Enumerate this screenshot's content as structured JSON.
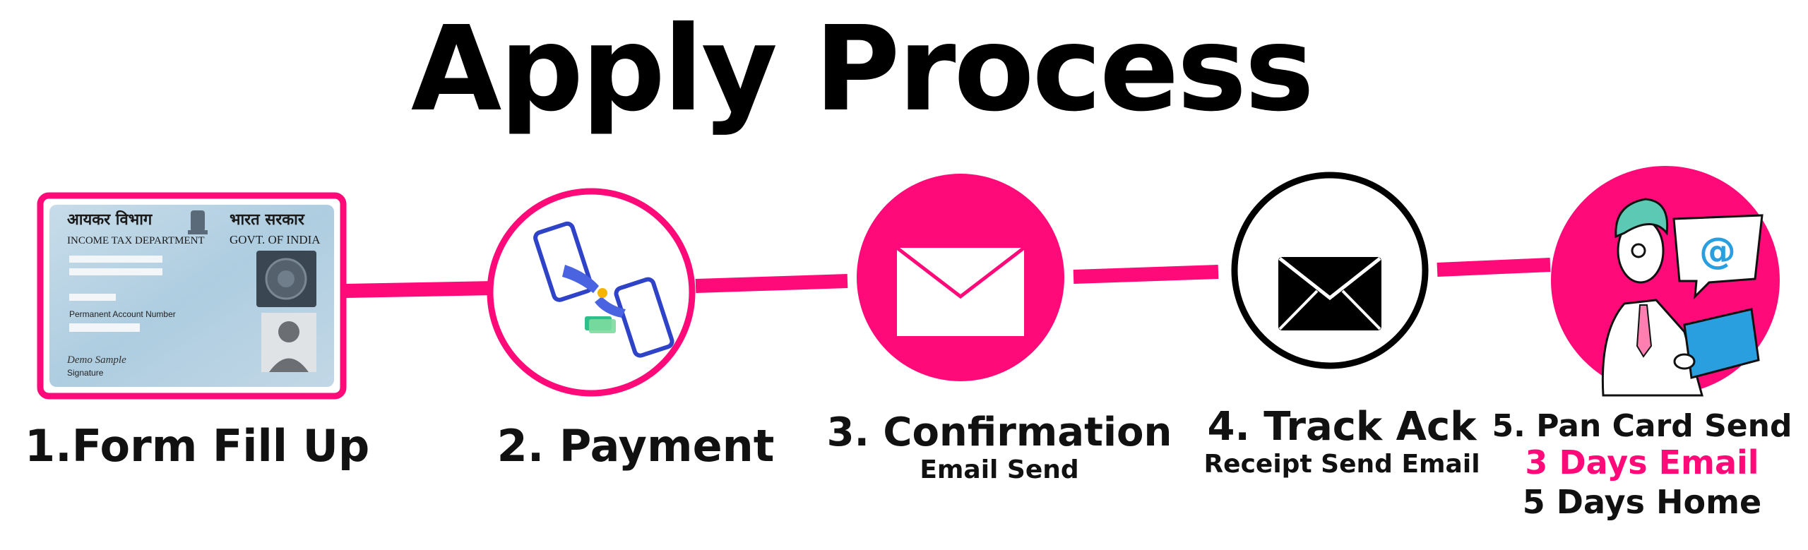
{
  "title": "Apply Process",
  "colors": {
    "accent": "#ff0a78",
    "dark": "#000000",
    "card": "#b8d4e6"
  },
  "card": {
    "hindi_left": "आयकर विभाग",
    "hindi_right": "भारत सरकार",
    "dept": "INCOME TAX DEPARTMENT",
    "govt": "GOVT. OF INDIA",
    "pan_label": "Permanent Account Number",
    "signature_script": "Demo Sample",
    "signature_label": "Signature"
  },
  "steps": [
    {
      "label": "1.Form Fill Up",
      "icon": "pan-card-icon"
    },
    {
      "label": "2. Payment",
      "icon": "payment-handshake-icon"
    },
    {
      "label": "3. Confirmation",
      "sub": "Email Send",
      "icon": "envelope-icon"
    },
    {
      "label": "4. Track Ack",
      "sub": "Receipt Send Email",
      "icon": "envelope-icon"
    },
    {
      "label": "5. Pan Card Send",
      "sub1": "3 Days Email",
      "sub2": "5 Days Home",
      "icon": "person-email-icon"
    }
  ],
  "email_symbol": "@"
}
